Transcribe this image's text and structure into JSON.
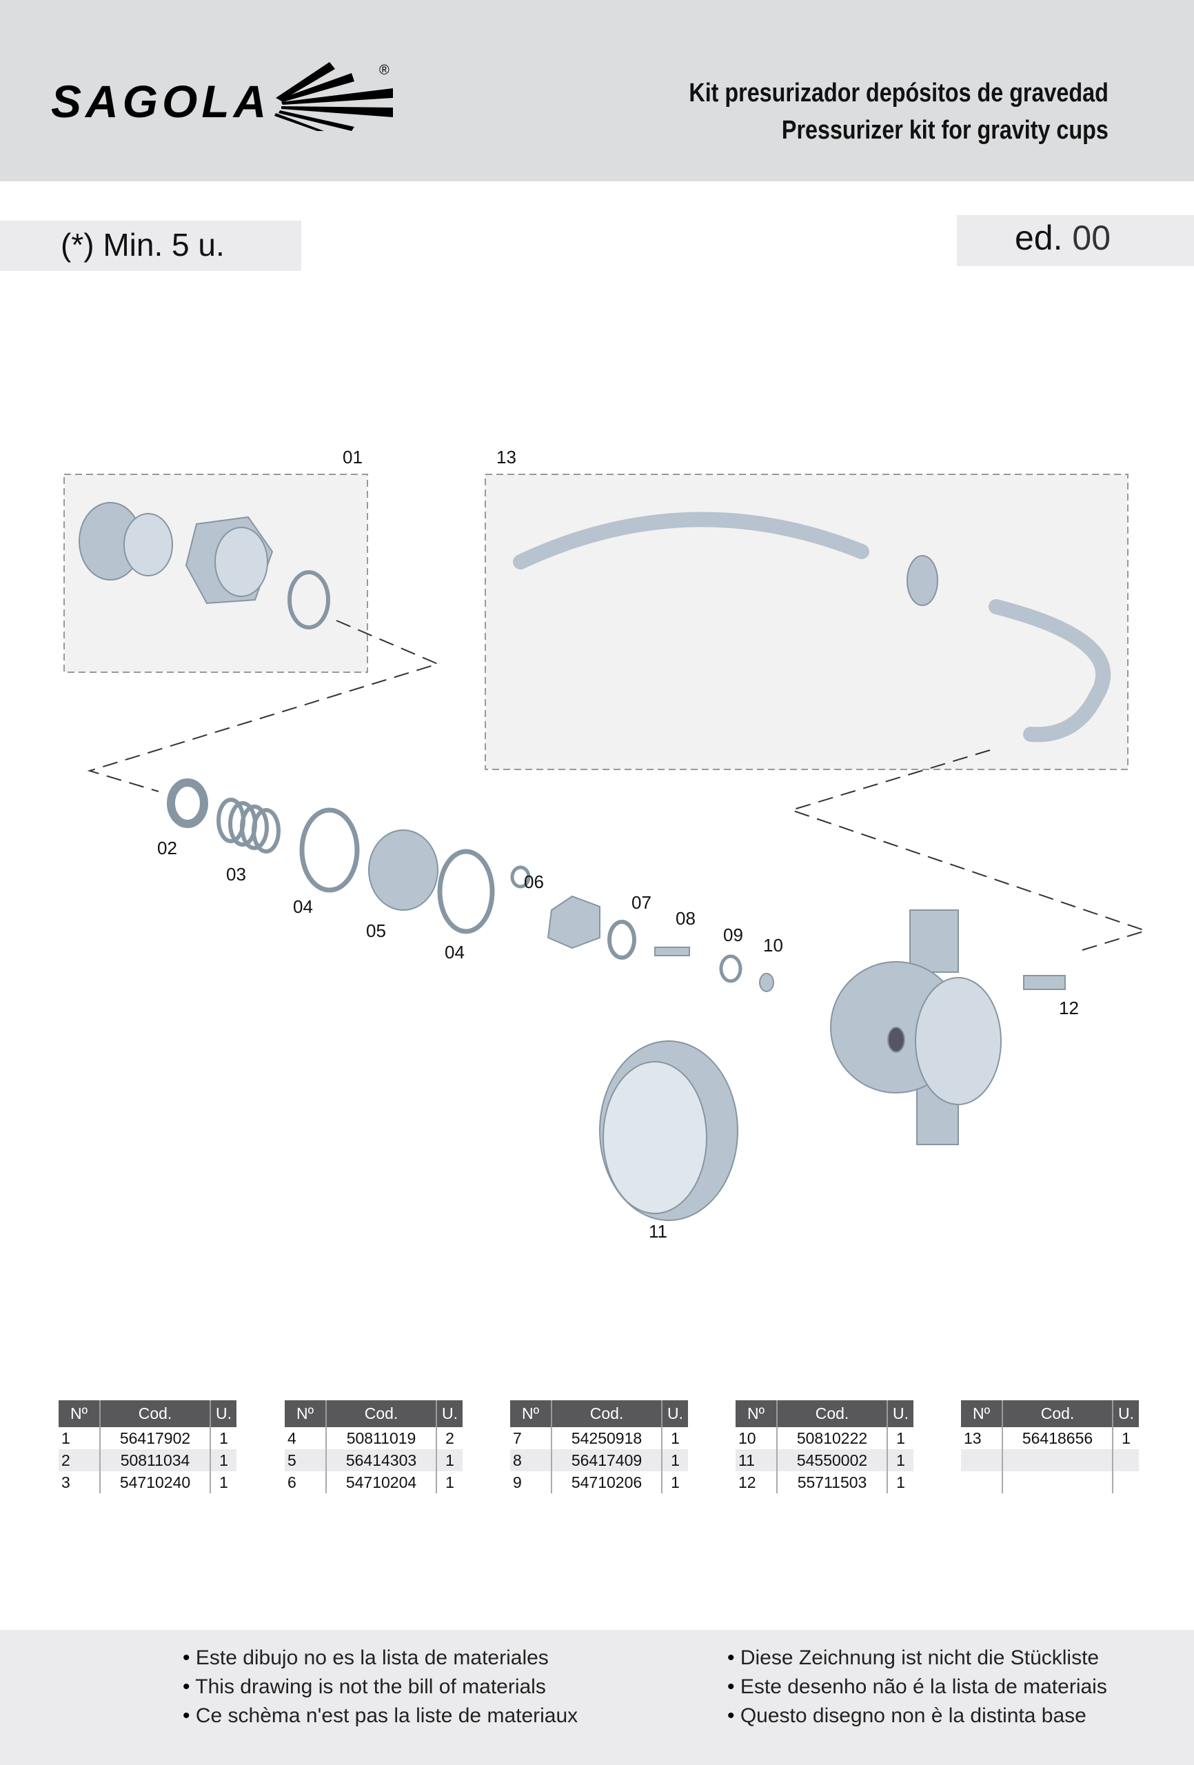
{
  "header": {
    "brand": "SAGOLA",
    "title_es": "Kit presurizador depósitos de gravedad",
    "title_en": "Pressurizer kit for gravity cups"
  },
  "min_note": "(*) Min. 5 u.",
  "edition": {
    "label": "ed.",
    "number": "00"
  },
  "diagram": {
    "callouts": [
      "01",
      "13",
      "02",
      "03",
      "04",
      "05",
      "04",
      "06",
      "07",
      "08",
      "09",
      "10",
      "12",
      "11"
    ]
  },
  "tables": [
    {
      "headers": [
        "Nº",
        "Cod.",
        "U."
      ],
      "rows": [
        [
          "1",
          "56417902",
          "1"
        ],
        [
          "2",
          "50811034",
          "1"
        ],
        [
          "3",
          "54710240",
          "1"
        ]
      ]
    },
    {
      "headers": [
        "Nº",
        "Cod.",
        "U."
      ],
      "rows": [
        [
          "4",
          "50811019",
          "2"
        ],
        [
          "5",
          "56414303",
          "1"
        ],
        [
          "6",
          "54710204",
          "1"
        ]
      ]
    },
    {
      "headers": [
        "Nº",
        "Cod.",
        "U."
      ],
      "rows": [
        [
          "7",
          "54250918",
          "1"
        ],
        [
          "8",
          "56417409",
          "1"
        ],
        [
          "9",
          "54710206",
          "1"
        ]
      ]
    },
    {
      "headers": [
        "Nº",
        "Cod.",
        "U."
      ],
      "rows": [
        [
          "10",
          "50810222",
          "1"
        ],
        [
          "11",
          "54550002",
          "1"
        ],
        [
          "12",
          "55711503",
          "1"
        ]
      ]
    },
    {
      "headers": [
        "Nº",
        "Cod.",
        "U."
      ],
      "rows": [
        [
          "13",
          "56418656",
          "1"
        ],
        [
          "",
          "",
          ""
        ],
        [
          "",
          "",
          ""
        ]
      ]
    }
  ],
  "footer": {
    "left": [
      "Este dibujo no es la lista de materiales",
      "This drawing is not the bill of materials",
      "Ce schèma n'est pas la liste de materiaux"
    ],
    "right": [
      "Diese Zeichnung ist nicht die Stückliste",
      "Este desenho não é la lista de materiais",
      "Questo disegno non è la distinta base"
    ]
  }
}
